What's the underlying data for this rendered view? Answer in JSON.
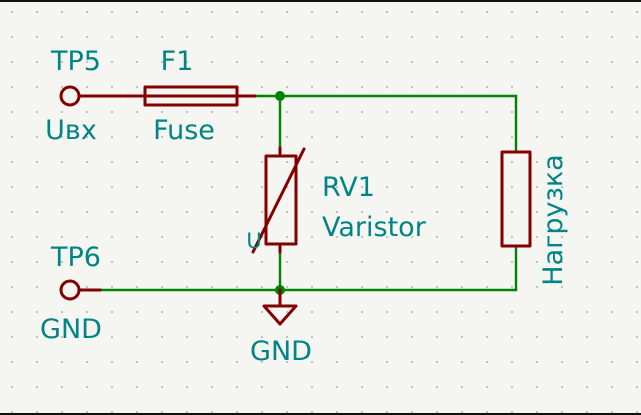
{
  "canvas": {
    "background": "#f5f5f2",
    "grid_dot_color": "#bdbdbd",
    "border_color": "#111111"
  },
  "colors": {
    "wire": "#008400",
    "junction": "#008400",
    "component_outline": "#840000",
    "label_text": "#008484"
  },
  "components": {
    "tp5": {
      "ref": "TP5",
      "net": "Uвх"
    },
    "fuse": {
      "ref": "F1",
      "value": "Fuse"
    },
    "varistor": {
      "ref": "RV1",
      "value": "Varistor",
      "body_letter": "U"
    },
    "tp6": {
      "ref": "TP6",
      "net": "GND"
    },
    "ground": {
      "label": "GND"
    },
    "load": {
      "label": "Нагрузка"
    }
  }
}
